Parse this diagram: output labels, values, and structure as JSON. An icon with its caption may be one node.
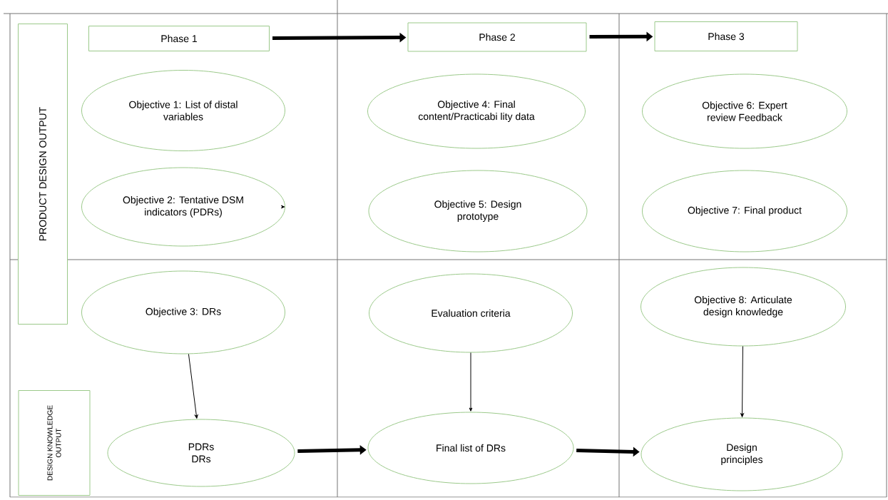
{
  "diagram": {
    "nodes": [
      {
        "text": [
          "PRODUCT DESIGN OUTPUT"
        ]
      },
      {
        "text": [
          "Phase 1"
        ]
      },
      {
        "text": [
          "Phase 2"
        ]
      },
      {
        "text": [
          "Phase 3"
        ]
      },
      {
        "text": [
          "Objective 1: List of distal variables"
        ]
      },
      {
        "text": [
          "Objective 4: Final content/Practicabi lity data"
        ]
      },
      {
        "text": [
          "Objective 6: Expert review Feedback"
        ]
      },
      {
        "text": [
          "Objective 2: Tentative DSM indicators (PDRs)"
        ]
      },
      {
        "text": [
          "Objective 5: Design prototype"
        ]
      },
      {
        "text": [
          "Objective 7: Final product"
        ]
      },
      {
        "text": [
          "Objective 3: DRs"
        ]
      },
      {
        "text": [
          "Evaluation criteria"
        ]
      },
      {
        "text": [
          "Objective 8: Articulate design knowledge"
        ]
      },
      {
        "text": [
          "DESIGN KNOWLEDGE OUTPUT"
        ]
      },
      {
        "text": [
          "PDRs DRs"
        ]
      },
      {
        "text": [
          "Final list of DRs"
        ]
      },
      {
        "text": [
          "Design principles"
        ]
      }
    ],
    "edges": [
      {
        "from": 1,
        "to": 2,
        "arrow": "to",
        "style": "thick"
      },
      {
        "from": 2,
        "to": 3,
        "arrow": "to",
        "style": "thick"
      },
      {
        "from": null,
        "to": 7,
        "arrow": "to"
      },
      {
        "from": 10,
        "to": 14,
        "arrow": "to"
      },
      {
        "from": 11,
        "to": 15,
        "arrow": "to"
      },
      {
        "from": 12,
        "to": 16,
        "arrow": "to"
      },
      {
        "from": 14,
        "to": 15,
        "arrow": "to",
        "style": "thick"
      },
      {
        "from": 15,
        "to": 16,
        "arrow": "to",
        "style": "thick"
      }
    ]
  }
}
